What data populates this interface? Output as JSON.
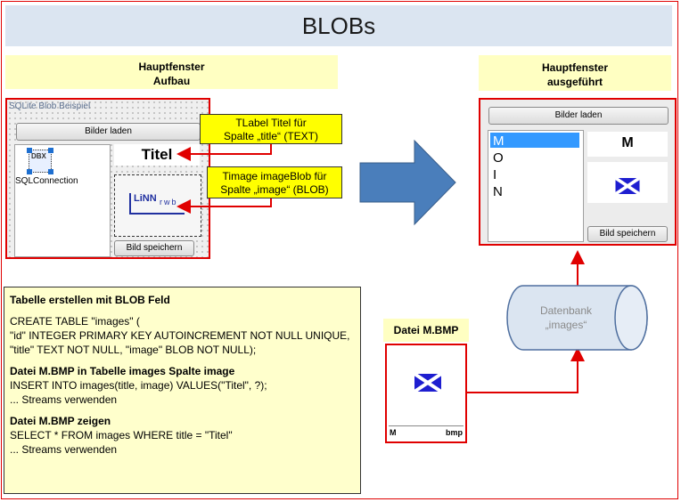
{
  "title": "BLOBs",
  "left_header": {
    "line1": "Hauptfenster",
    "line2": "Aufbau"
  },
  "right_header": {
    "line1": "Hauptfenster",
    "line2": "ausgeführt"
  },
  "design_window": {
    "caption": "SQLite Blob Beispiel",
    "load_button": "Bilder laden",
    "titel_label": "Titel",
    "dbx_text": "DBX",
    "component_label": "SQLConnection",
    "logo_text": "LiNN",
    "logo_sub": "rwb",
    "save_button": "Bild speichern"
  },
  "callouts": {
    "label": {
      "line1": "TLabel Titel für",
      "line2": "Spalte „title“ (TEXT)"
    },
    "image": {
      "line1": "Timage  imageBlob für",
      "line2": "Spalte „image“ (BLOB)"
    }
  },
  "run_window": {
    "load_button": "Bilder laden",
    "list_items": [
      "M",
      "O",
      "I",
      "N"
    ],
    "title_value": "M",
    "save_button": "Bild speichern"
  },
  "sql": {
    "heading1": "Tabelle erstellen mit BLOB Feld",
    "create1": "CREATE TABLE \"images\" (",
    "create2": "\"id\" INTEGER PRIMARY KEY  AUTOINCREMENT  NOT NULL  UNIQUE,",
    "create3": "\"title\" TEXT NOT NULL, \"image\" BLOB NOT NULL);",
    "heading2": "Datei M.BMP in Tabelle images Spalte image",
    "insert1": "INSERT INTO images(title, image) VALUES(\"Titel\", ?);",
    "insert2": "... Streams verwenden",
    "heading3": "Datei M.BMP zeigen",
    "select1": "SELECT * FROM images WHERE title = \"Titel\"",
    "select2": "... Streams verwenden"
  },
  "file_label": "Datei M.BMP",
  "file_box": {
    "name": "M",
    "ext": "bmp"
  },
  "database": {
    "line1": "Datenbank",
    "line2": "„images“"
  },
  "colors": {
    "accent_red": "#e00000",
    "arrow_blue": "#4a7ebb",
    "title_bg": "#dbe5f1",
    "callout_yellow": "#ffff00",
    "flag_blue": "#1e1ed0"
  }
}
